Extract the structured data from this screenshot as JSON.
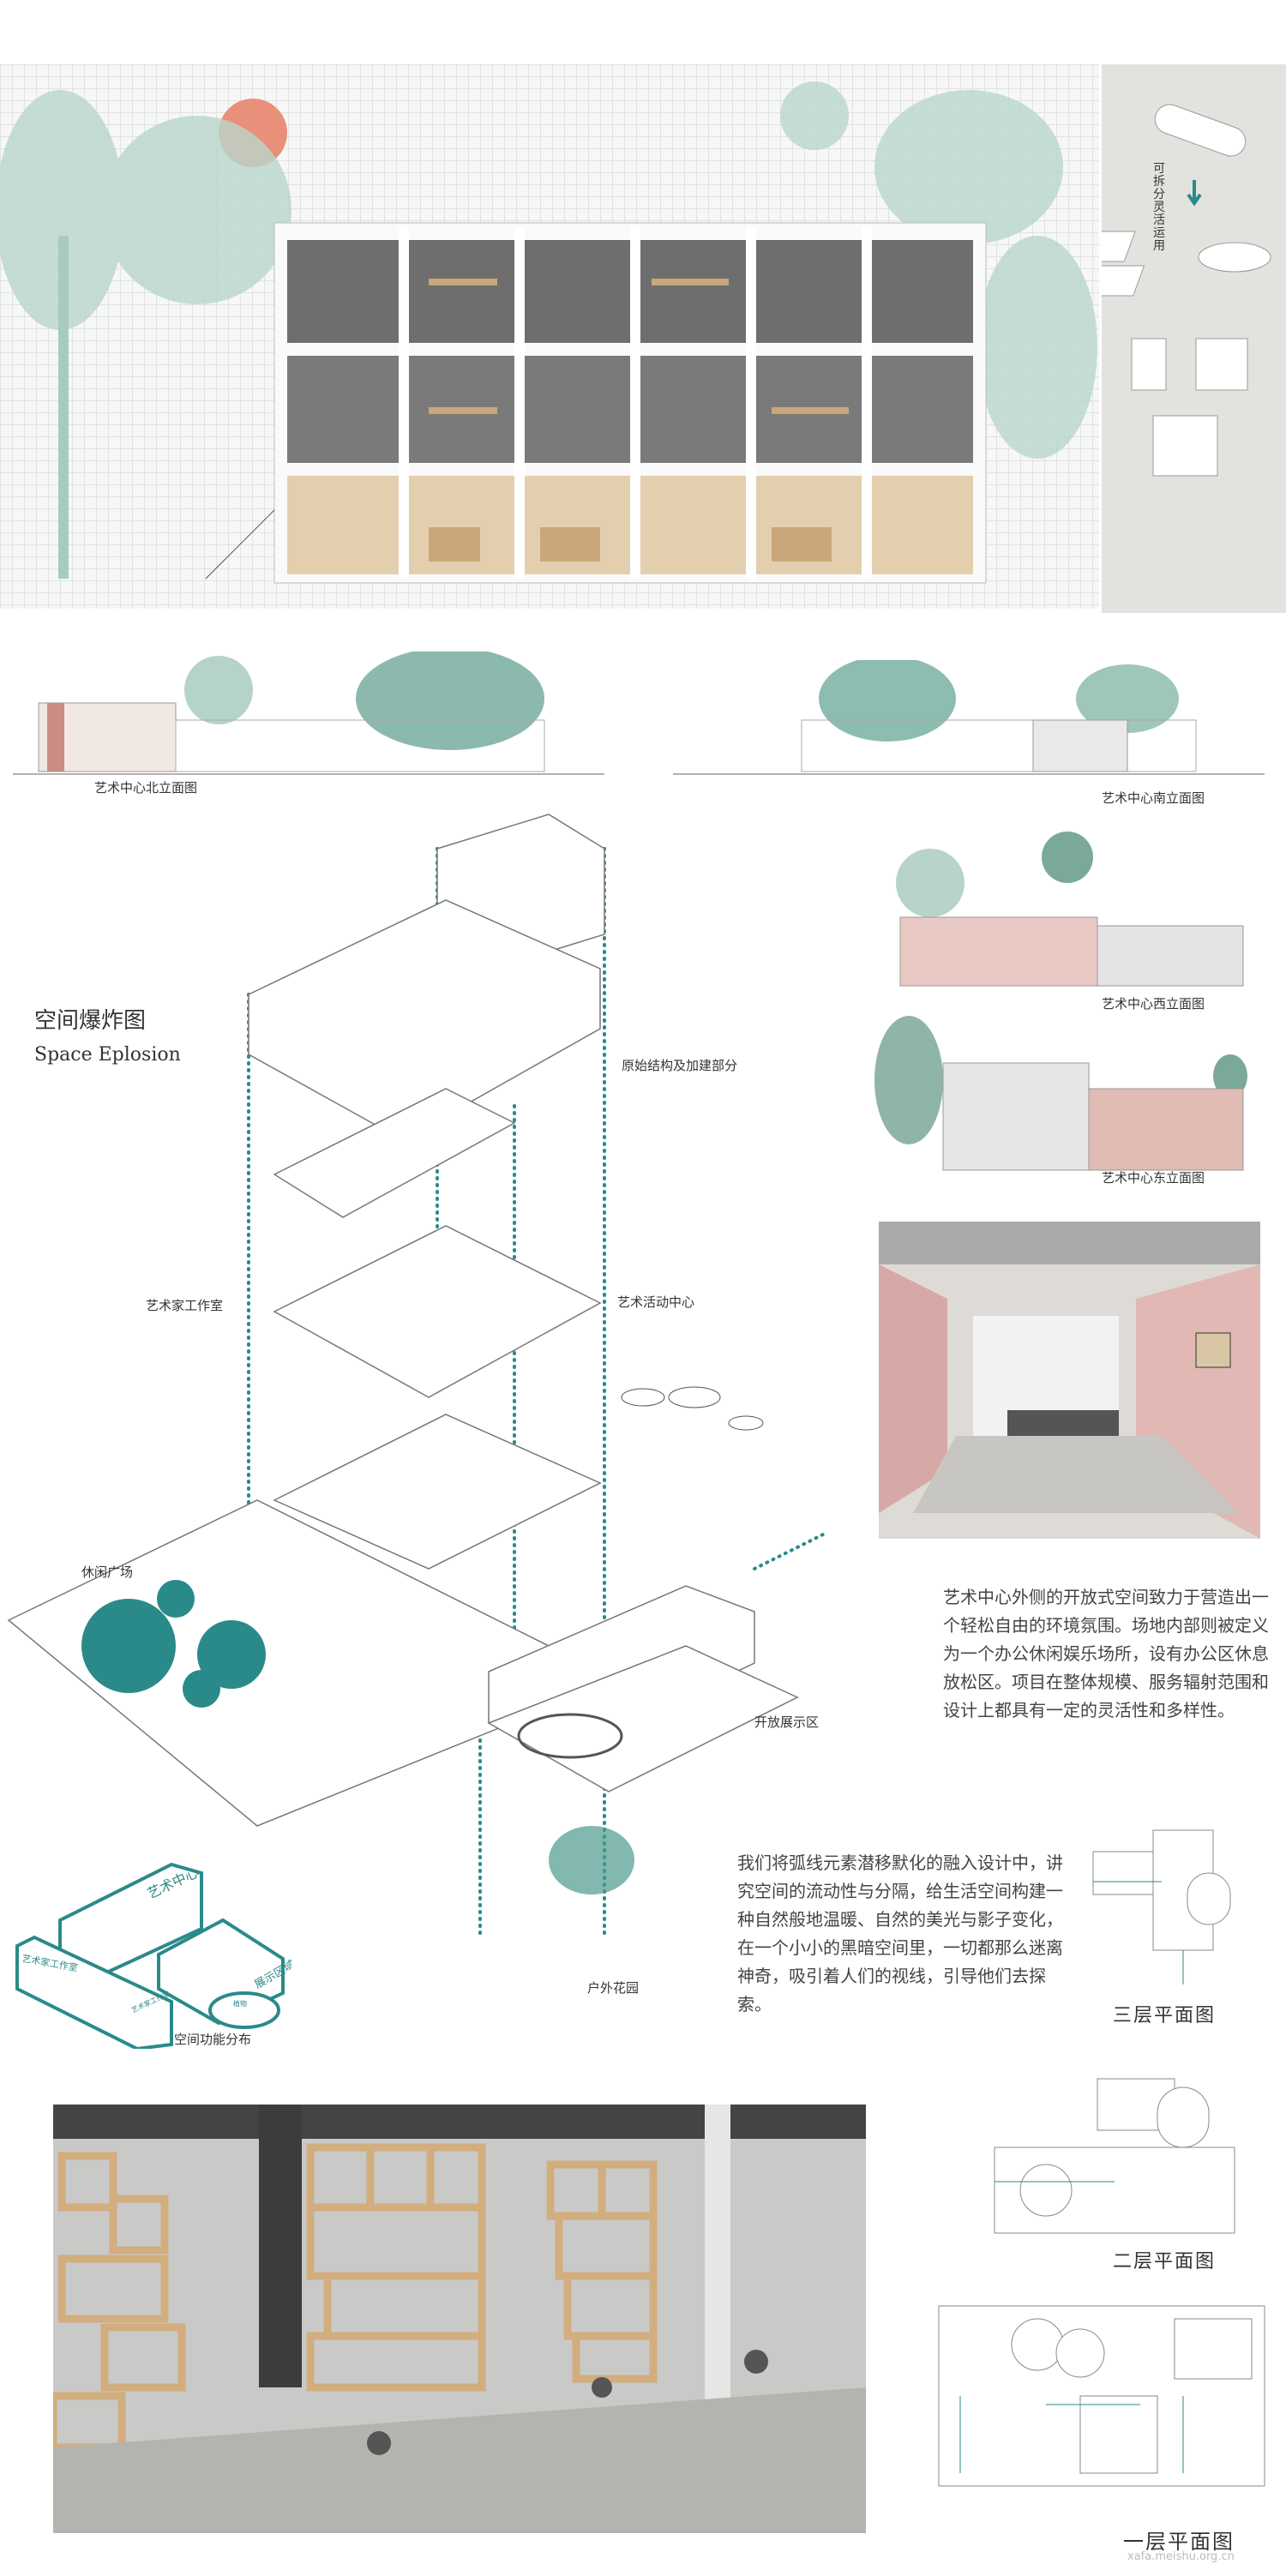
{
  "poster": {
    "colors": {
      "accent": "#2a8a8a",
      "sun": "#e8907a",
      "wood": "#d9bd94",
      "panel": "#e4e2de"
    },
    "furniture_panel": {
      "caption": "可拆分灵活运用"
    },
    "elevations": {
      "north": "艺术中心北立面图",
      "south": "艺术中心南立面图",
      "west": "艺术中心西立面图",
      "east": "艺术中心东立面图"
    },
    "explosion": {
      "title_cn": "空间爆炸图",
      "title_en": "Space Eplosion",
      "labels": {
        "structure": "原始结构及加建部分",
        "studio": "艺术家工作室",
        "activity": "艺术活动中心",
        "plaza": "休闲广场",
        "exhibit": "开放展示区",
        "garden": "户外花园"
      }
    },
    "function_distribution": {
      "title": "空间功能分布",
      "boxes": [
        "艺术中心",
        "艺术家工作室",
        "艺术家工作室",
        "展示区域",
        "植物"
      ]
    },
    "paragraphs": [
      "艺术中心外侧的开放式空间致力于营造出一个轻松自由的环境氛围。场地内部则被定义为一个办公休闲娱乐场所，设有办公区休息放松区。项目在整体规模、服务辐射范围和设计上都具有一定的灵活性和多样性。",
      "我们将弧线元素潜移默化的融入设计中，讲究空间的流动性与分隔，给生活空间构建一种自然般地温暖、自然的美光与影子变化，在一个小小的黑暗空间里，一切都那么迷离神奇，吸引着人们的视线，引导他们去探索。"
    ],
    "plans": {
      "third": "三层平面图",
      "second": "二层平面图",
      "first": "一层平面图"
    },
    "watermark": "xafa.meishu.org.cn"
  }
}
